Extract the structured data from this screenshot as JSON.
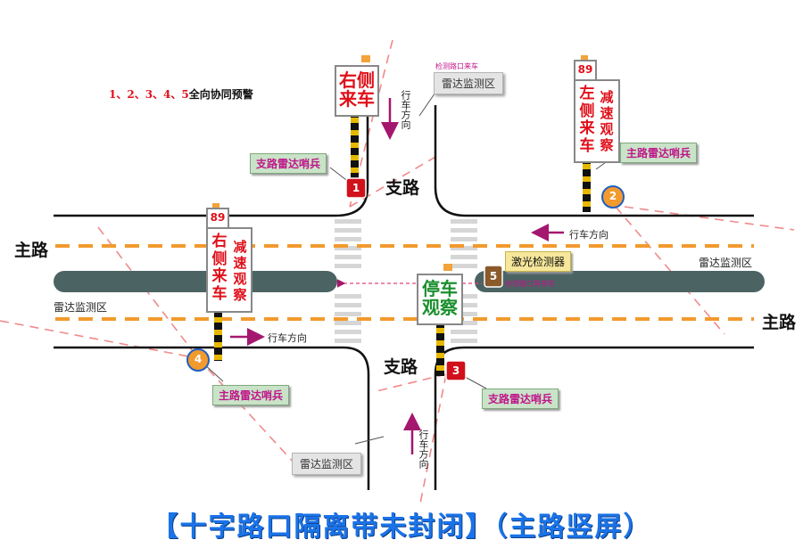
{
  "title": "【十字路口隔离带未封闭】（主路竖屏）",
  "warning": {
    "numbers": "1、2、3、4、5",
    "text": "全向协同预警"
  },
  "roads": {
    "branch_top": "支路",
    "branch_bottom": "支路",
    "main_left": "主路",
    "main_right": "主路"
  },
  "directions": {
    "top": "行车方向",
    "right_main": "行车方向",
    "left_main": "行车方向",
    "bottom": "行车方向"
  },
  "zones": {
    "top": "雷达监测区",
    "right": "雷达监测区",
    "left": "雷达监测区",
    "bottom": "雷达监测区"
  },
  "tiny_labels": {
    "top": "检测路口来车",
    "laser": "检测路口有来车"
  },
  "callouts": {
    "s1": "支路雷达哨兵",
    "s2": "主路雷达哨兵",
    "s3": "支路雷达哨兵",
    "s4": "主路雷达哨兵",
    "laser": "激光检测器"
  },
  "sentinels": {
    "s1": "1",
    "s2": "2",
    "s3": "3",
    "s4": "4",
    "s5": "5"
  },
  "signs": {
    "top_center": {
      "line1": "右侧",
      "line2": "来车"
    },
    "top_right": {
      "speed": "89",
      "col1": "左侧来车",
      "col2": "减速观察"
    },
    "left": {
      "speed": "89",
      "col1": "右侧来车",
      "col2": "减速观察"
    },
    "bottom_center": {
      "line1": "停车",
      "line2": "观察"
    }
  },
  "colors": {
    "road_line": "#111111",
    "median": "#4c6363",
    "dashed_lane": "#f29a2e",
    "radar_line": "#f08a8a",
    "sign_red": "#e0101a",
    "sign_green": "#1b8f2e",
    "callout_bg": "#c9e3c8",
    "callout_text": "#c0168a",
    "arrow": "#a4176f",
    "title_blue": "#1a73e8"
  }
}
